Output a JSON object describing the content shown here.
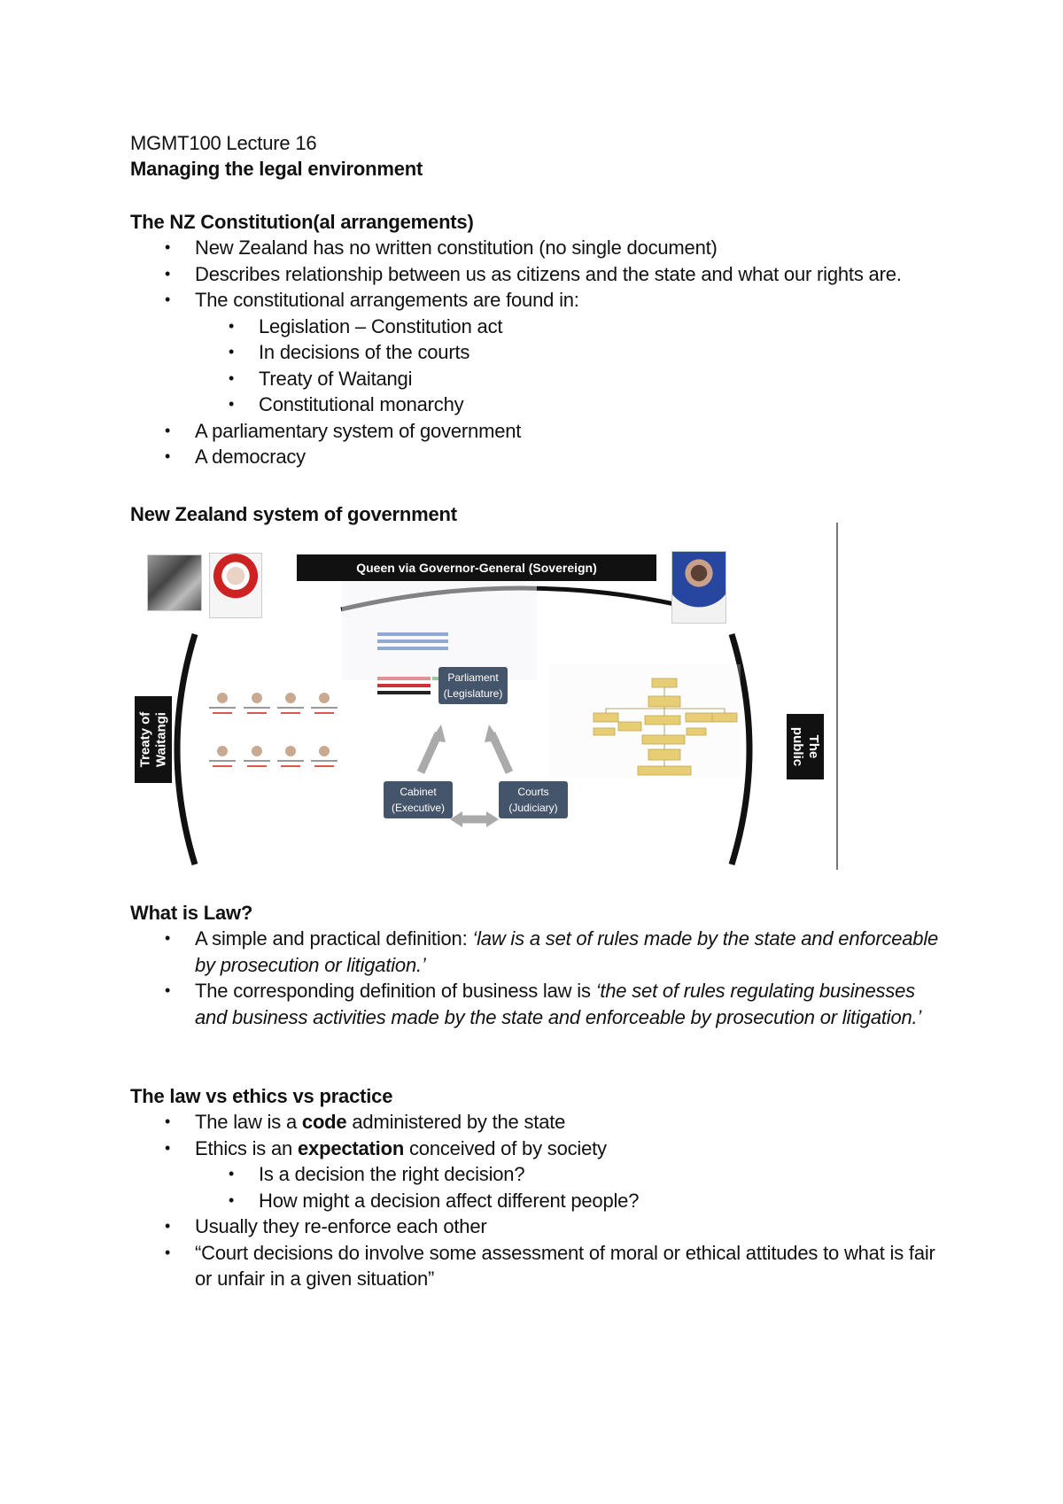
{
  "doc": {
    "lecture": "MGMT100 Lecture 16",
    "subtitle": "Managing the legal environment"
  },
  "constitution": {
    "heading": "The NZ Constitution(al arrangements)",
    "b1": "New Zealand has no written constitution (no single document)",
    "b2": "Describes relationship between us as citizens and the state and what our rights are.",
    "b3": "The constitutional arrangements are found in:",
    "sub1": "Legislation – Constitution act",
    "sub2": "In decisions of the courts",
    "sub3": "Treaty of Waitangi",
    "sub4": "Constitutional monarchy",
    "b4": "A parliamentary system of government",
    "b5": "A democracy"
  },
  "government": {
    "heading": "New Zealand system of government",
    "diagram": {
      "banner": "Queen via Governor-General (Sovereign)",
      "parliament_line1": "Parliament",
      "parliament_line2": "(Legislature)",
      "cabinet_line1": "Cabinet",
      "cabinet_line2": "(Executive)",
      "courts_line1": "Courts",
      "courts_line2": "(Judiciary)",
      "treaty_line1": "Treaty of",
      "treaty_line2": "Waitangi",
      "public_line1": "The",
      "public_line2": "public"
    }
  },
  "law": {
    "heading": "What is Law?",
    "b1_lead": "A simple and practical definition: ",
    "b1_quote": "‘law is a set of rules made by the state and enforceable by prosecution or litigation.’",
    "b2_lead": "The corresponding definition of business law is ",
    "b2_quote": "‘the set of rules regulating businesses and business activities made by the state and enforceable by prosecution or litigation.’"
  },
  "ethics": {
    "heading": "The law vs ethics vs practice",
    "b1_pre": "The law is a ",
    "b1_bold": "code",
    "b1_post": " administered by the state",
    "b2_pre": "Ethics is an ",
    "b2_bold": "expectation",
    "b2_post": " conceived of by society",
    "sub1": "Is a decision the right decision?",
    "sub2": "How might a decision affect different people?",
    "b3": "Usually they re-enforce each other",
    "b4": "“Court decisions do involve some assessment of moral or ethical attitudes to what is fair or unfair in a given situation”"
  }
}
